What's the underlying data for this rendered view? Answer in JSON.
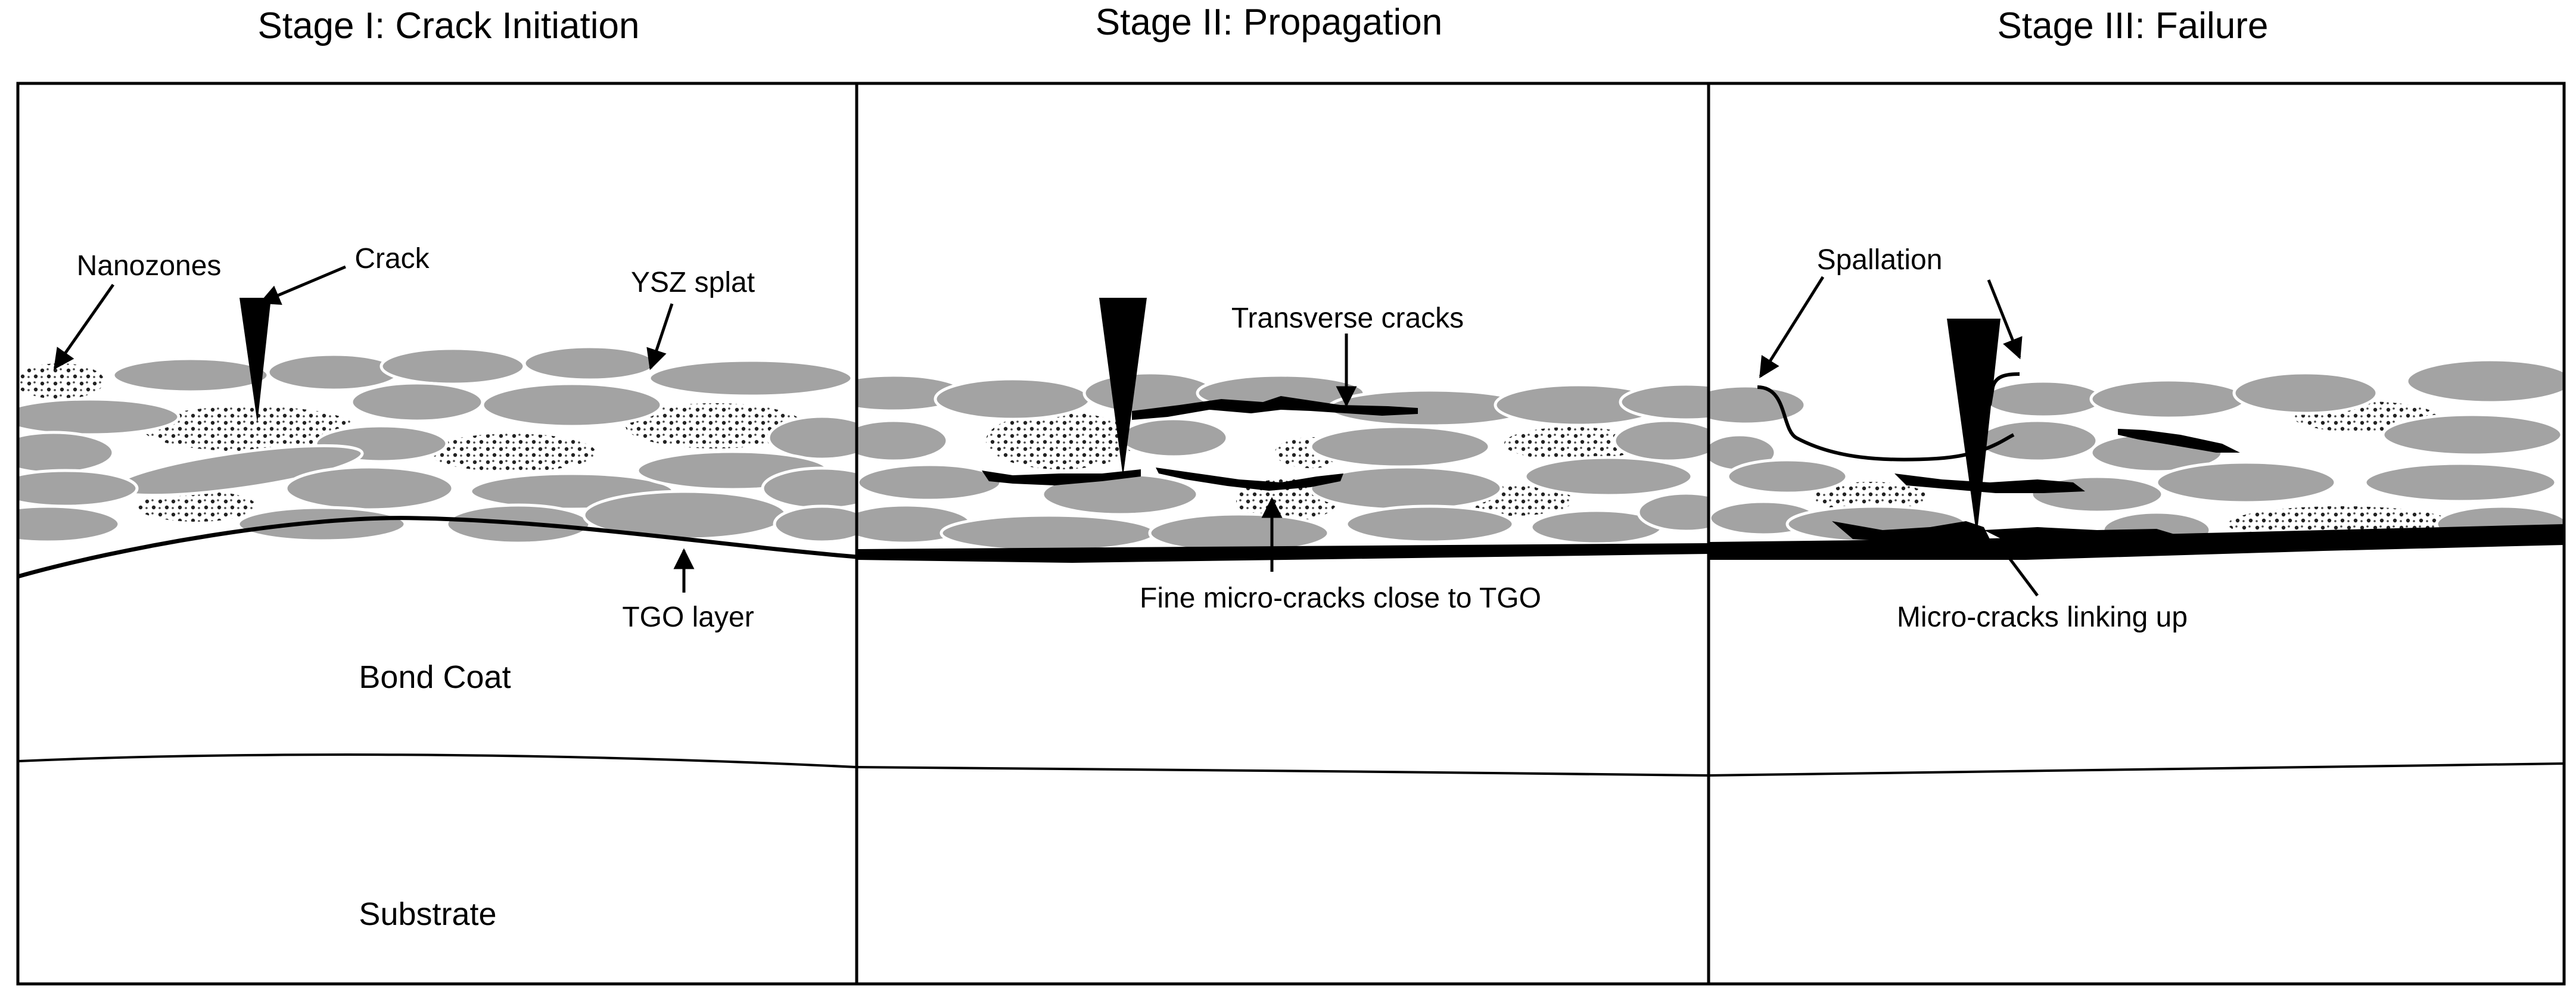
{
  "stages": [
    {
      "title": "Stage I: Crack Initiation"
    },
    {
      "title": "Stage II: Propagation"
    },
    {
      "title": "Stage III: Failure"
    }
  ],
  "labels": {
    "nanozones": "Nanozones",
    "crack": "Crack",
    "ysz_splat": "YSZ splat",
    "tgo_layer": "TGO layer",
    "transverse_cracks": "Transverse cracks",
    "fine_microcracks": "Fine micro-cracks close to TGO",
    "spallation": "Spallation",
    "microcracks_linking": "Micro-cracks linking up"
  },
  "regions": {
    "bond_coat": "Bond Coat",
    "substrate": "Substrate"
  },
  "colors": {
    "splat": "#a3a3a3",
    "splat_edge": "#ffffff",
    "crack": "#000000",
    "background": "#ffffff"
  }
}
